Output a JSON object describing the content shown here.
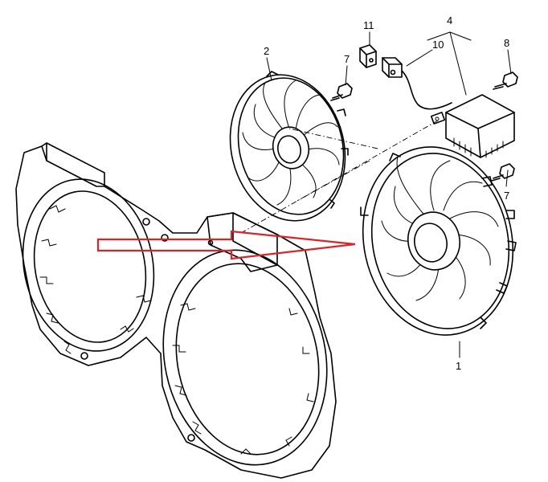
{
  "callouts": [
    {
      "id": "1",
      "text": "1"
    },
    {
      "id": "2",
      "text": "2"
    },
    {
      "id": "4",
      "text": "4"
    },
    {
      "id": "7a",
      "text": "7"
    },
    {
      "id": "7b",
      "text": "7"
    },
    {
      "id": "8",
      "text": "8"
    },
    {
      "id": "10",
      "text": "10"
    },
    {
      "id": "11",
      "text": "11"
    }
  ],
  "colors": {
    "line": "#000000",
    "highlight_arrow": "#d9242b",
    "background": "#ffffff"
  }
}
